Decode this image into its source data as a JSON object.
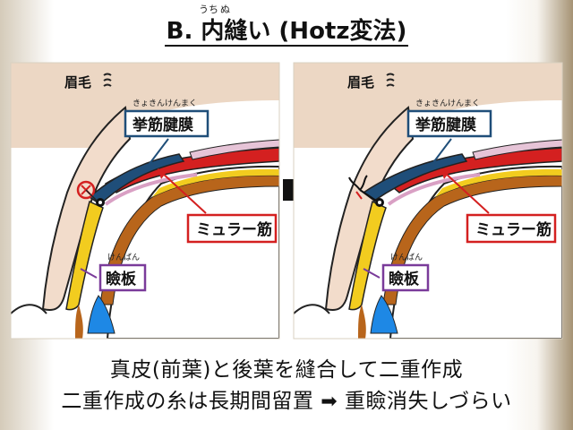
{
  "title": "B. 内縫い (Hotz変法)",
  "title_ruby": {
    "uchi": "うち",
    "nu": "ぬ"
  },
  "left_panel": {
    "eyebrow_label": "眉毛",
    "levator_ruby": "きょきんけんまく",
    "levator_label": "挙筋腱膜",
    "muller_label": "ミュラー筋",
    "tarsus_ruby": "けんばん",
    "tarsus_label": "瞼板"
  },
  "right_panel": {
    "eyebrow_label": "眉毛",
    "levator_ruby": "きょきんけんまく",
    "levator_label": "挙筋腱膜",
    "muller_label": "ミュラー筋",
    "tarsus_ruby": "けんばん",
    "tarsus_label": "瞼板"
  },
  "caption_line1": "真皮(前葉)と後葉を縫合して二重作成",
  "caption_line2a": "二重作成の糸は長期間留置",
  "caption_line2b": "重瞼消失しづらい",
  "colors": {
    "levator_blue": "#1f4e79",
    "muller_red": "#d42020",
    "tarsus_yellow": "#f2cc1f",
    "orbital_brown": "#b8651b",
    "label_purple": "#7a3b9a",
    "skin": "#f2dccb"
  }
}
